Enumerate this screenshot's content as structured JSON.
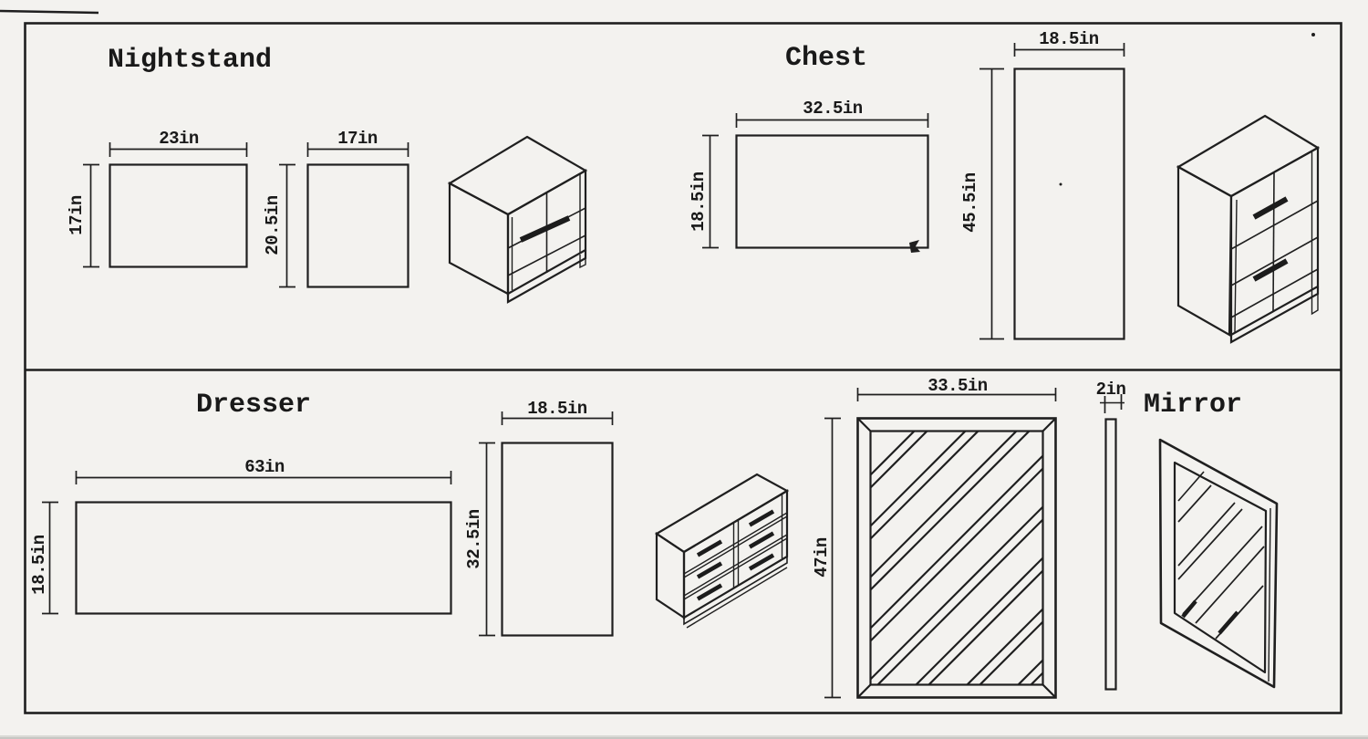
{
  "colors": {
    "ink": "#1f1f1f",
    "paper": "#f3f2ef"
  },
  "sections": {
    "nightstand": {
      "title": "Nightstand",
      "front_view": {
        "width": "23in",
        "height": "17in"
      },
      "side_view": {
        "width": "17in",
        "height": "20.5in"
      }
    },
    "chest": {
      "title": "Chest",
      "top_view": {
        "width": "32.5in",
        "depth": "18.5in"
      },
      "front_view": {
        "width": "18.5in",
        "height": "45.5in"
      }
    },
    "dresser": {
      "title": "Dresser",
      "top_view": {
        "width": "63in",
        "depth": "18.5in"
      },
      "side_view": {
        "width": "18.5in",
        "height": "32.5in"
      }
    },
    "mirror": {
      "title": "Mirror",
      "front_view": {
        "width": "33.5in",
        "height": "47in"
      },
      "side_view": {
        "thickness": "2in"
      }
    }
  }
}
